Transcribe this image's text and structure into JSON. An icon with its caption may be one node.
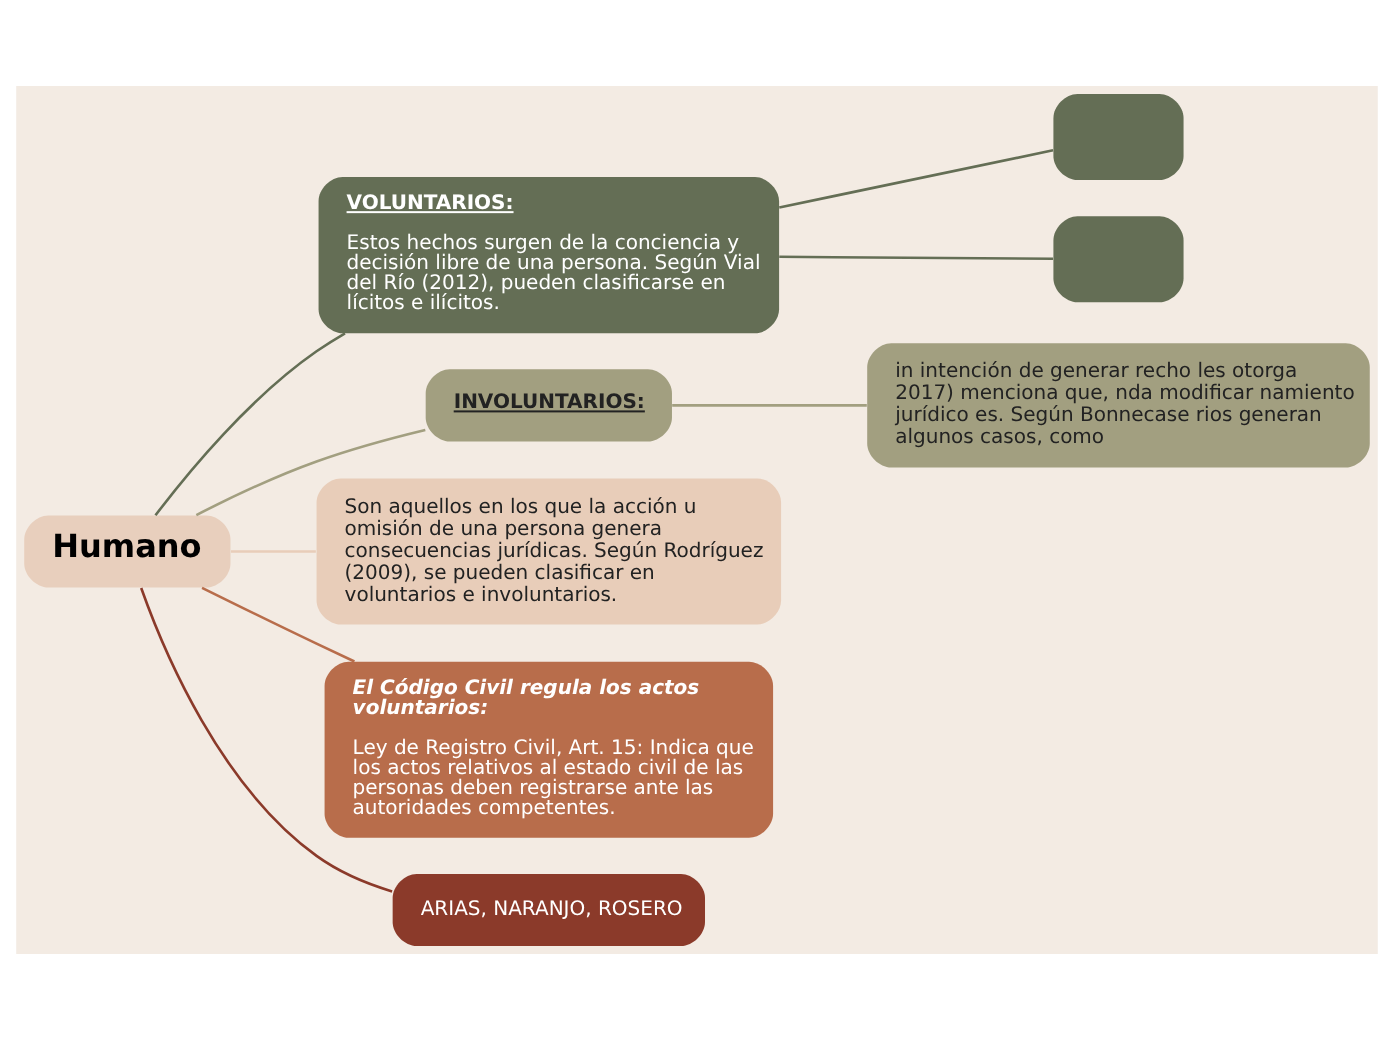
{
  "diagram": {
    "nodes": [
      {
        "text": [
          "Humano"
        ]
      },
      {
        "text": [
          "VOLUNTARIOS:",
          "Estos hechos surgen de la conciencia y decisión libre de una persona. Según Vial del Río (2012), pueden clasificarse en lícitos e ilícitos."
        ]
      },
      {
        "text": [],
        "shape": "box"
      },
      {
        "text": [],
        "shape": "box"
      },
      {
        "text": [
          "INVOLUNTARIOS:"
        ]
      },
      {
        "text": [
          "in intención de generar recho les otorga 2017) menciona que, nda modificar namiento jurídico es. Según Bonnecase rios generan algunos casos, como"
        ]
      },
      {
        "text": [
          "Son aquellos en los que la acción u omisión de una persona genera consecuencias jurídicas. Según Rodríguez (2009), se pueden clasificar en voluntarios e involuntarios."
        ]
      },
      {
        "text": [
          "El Código Civil regula los actos voluntarios:",
          "Ley de Registro Civil, Art. 15: Indica que los actos relativos al estado civil de las personas deben registrarse ante las autoridades competentes."
        ]
      },
      {
        "text": [
          "ARIAS, NARANJO, ROSERO"
        ]
      }
    ],
    "edges": [
      {
        "from": 0,
        "to": 1,
        "arrow": "none",
        "color": "#646e55"
      },
      {
        "from": 1,
        "to": 2,
        "arrow": "none",
        "color": "#646e55"
      },
      {
        "from": 1,
        "to": 3,
        "arrow": "none",
        "color": "#646e55"
      },
      {
        "from": 0,
        "to": 4,
        "arrow": "none",
        "color": "#a29f80"
      },
      {
        "from": 4,
        "to": 5,
        "arrow": "none",
        "color": "#a29f80"
      },
      {
        "from": 0,
        "to": 6,
        "arrow": "none",
        "color": "#e8cdb9"
      },
      {
        "from": 0,
        "to": 7,
        "arrow": "none",
        "color": "#b86d4b"
      },
      {
        "from": 0,
        "to": 8,
        "arrow": "none",
        "color": "#8b3a2a"
      }
    ]
  }
}
